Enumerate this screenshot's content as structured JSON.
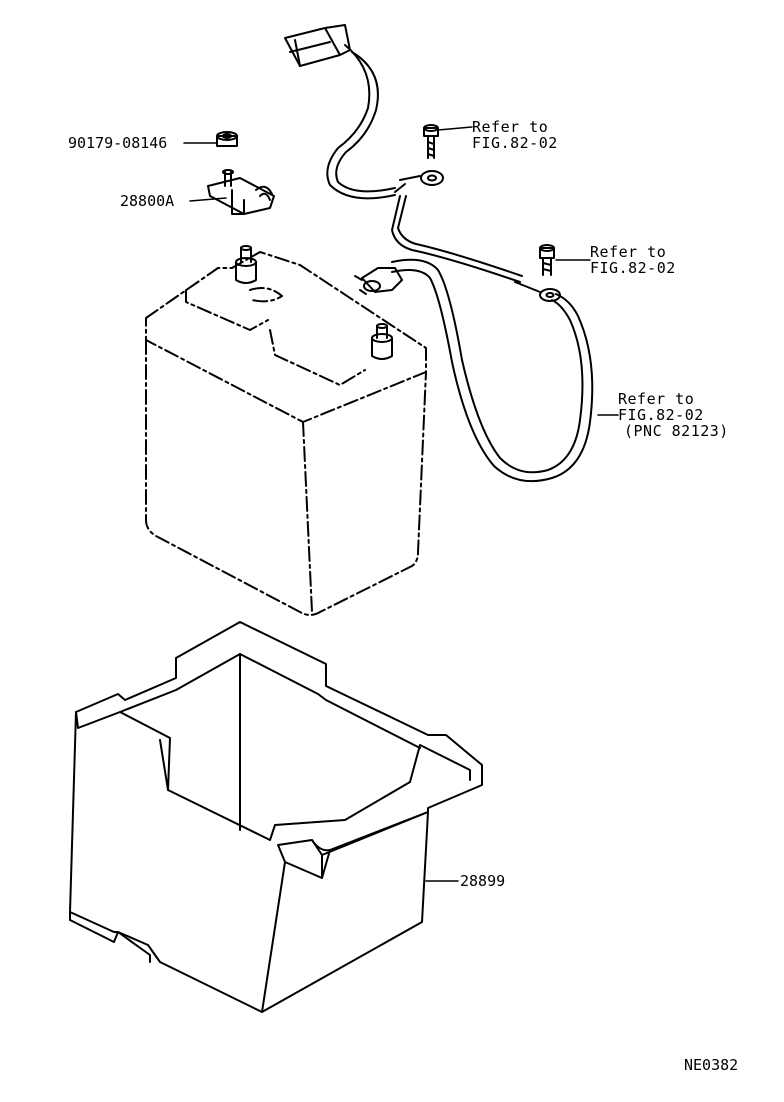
{
  "labels": {
    "nut_part_number": "90179-08146",
    "terminal_part_number": "28800A",
    "tray_part_number": "28899",
    "figure_code": "NE0382"
  },
  "references": {
    "ref1": {
      "line1": "Refer to",
      "line2": "FIG.82-02"
    },
    "ref2": {
      "line1": "Refer to",
      "line2": "FIG.82-02"
    },
    "ref3": {
      "line1": "Refer to",
      "line2": "FIG.82-02",
      "line3": "(PNC 82123)"
    }
  }
}
